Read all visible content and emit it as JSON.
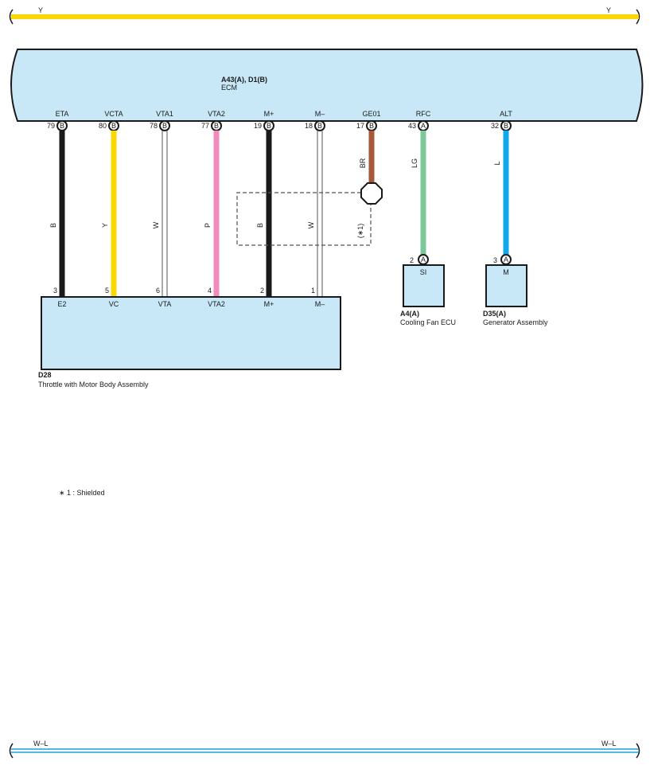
{
  "top_bus": {
    "left_label": "Y",
    "right_label": "Y",
    "color": "#f8d800"
  },
  "bottom_bus": {
    "left_label": "W–L",
    "right_label": "W–L",
    "color": "#1aa0d8"
  },
  "ecm": {
    "connector_label": "A43(A), D1(B)",
    "name": "ECM",
    "pins": [
      {
        "terminal": "ETA",
        "pin": "79",
        "conn": "B",
        "wire": "B",
        "color": "#1a1a1a"
      },
      {
        "terminal": "VCTA",
        "pin": "80",
        "conn": "B",
        "wire": "Y",
        "color": "#f8d800"
      },
      {
        "terminal": "VTA1",
        "pin": "78",
        "conn": "B",
        "wire": "W",
        "color": "#ffffff"
      },
      {
        "terminal": "VTA2",
        "pin": "77",
        "conn": "B",
        "wire": "P",
        "color": "#f08cbc"
      },
      {
        "terminal": "M+",
        "pin": "19",
        "conn": "B",
        "wire": "B",
        "color": "#1a1a1a"
      },
      {
        "terminal": "M–",
        "pin": "18",
        "conn": "B",
        "wire": "W",
        "color": "#ffffff"
      },
      {
        "terminal": "GE01",
        "pin": "17",
        "conn": "B",
        "wire": "BR",
        "color": "#a8583a"
      },
      {
        "terminal": "RFC",
        "pin": "43",
        "conn": "A",
        "wire": "LG",
        "color": "#7cc89a"
      },
      {
        "terminal": "ALT",
        "pin": "32",
        "conn": "B",
        "wire": "L",
        "color": "#10a8e8"
      }
    ]
  },
  "shield_note": "(∗1)",
  "throttle": {
    "connector": "D28",
    "name": "Throttle with Motor Body Assembly",
    "pins": [
      {
        "pin": "3",
        "terminal": "E2"
      },
      {
        "pin": "5",
        "terminal": "VC"
      },
      {
        "pin": "6",
        "terminal": "VTA"
      },
      {
        "pin": "4",
        "terminal": "VTA2"
      },
      {
        "pin": "2",
        "terminal": "M+"
      },
      {
        "pin": "1",
        "terminal": "M–"
      }
    ]
  },
  "cooling_fan": {
    "connector": "A4(A)",
    "name": "Cooling Fan ECU",
    "pin": "2",
    "conn": "A",
    "terminal": "SI"
  },
  "generator": {
    "connector": "D35(A)",
    "name": "Generator Assembly",
    "pin": "3",
    "conn": "A",
    "terminal": "M"
  },
  "legend": {
    "note": "∗ 1 : Shielded"
  }
}
